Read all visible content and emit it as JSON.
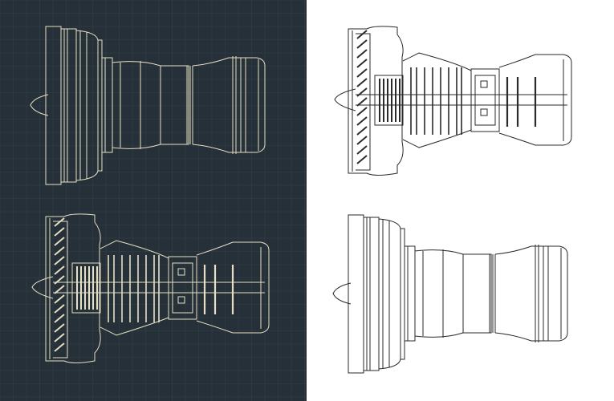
{
  "colors": {
    "dark_background": "#263038",
    "dark_grid": "#324049",
    "dark_line": "#e6dfc4",
    "light_background": "#ffffff",
    "light_line": "#2a2a2a"
  },
  "drawings": [
    {
      "panel": "dark",
      "view": "exterior",
      "position": "top"
    },
    {
      "panel": "dark",
      "view": "cutaway",
      "position": "bottom"
    },
    {
      "panel": "light",
      "view": "cutaway",
      "position": "top"
    },
    {
      "panel": "light",
      "view": "exterior",
      "position": "bottom"
    }
  ]
}
